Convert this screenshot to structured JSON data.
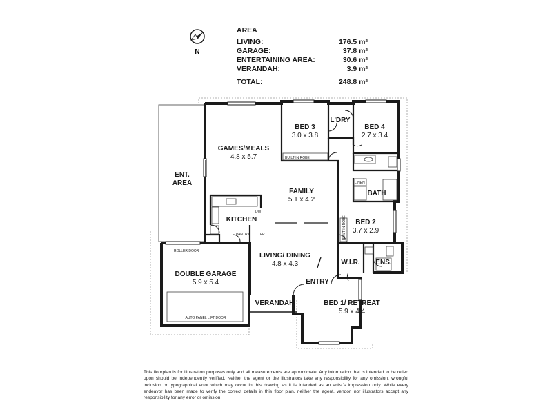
{
  "compass": {
    "label": "N"
  },
  "area": {
    "title": "AREA",
    "rows": [
      {
        "label": "LIVING:",
        "value": "176.5 m²"
      },
      {
        "label": "GARAGE:",
        "value": "37.8 m²"
      },
      {
        "label": "ENTERTAINING AREA:",
        "value": "30.6 m²"
      },
      {
        "label": "VERANDAH:",
        "value": "3.9 m²"
      }
    ],
    "total": {
      "label": "TOTAL:",
      "value": "248.8 m²"
    }
  },
  "rooms": {
    "ent_area": {
      "name1": "ENT.",
      "name2": "AREA"
    },
    "games_meals": {
      "name": "GAMES/MEALS",
      "dims": "4.8 x 5.7"
    },
    "bed3": {
      "name": "BED 3",
      "dims": "3.0 x 3.8"
    },
    "ldry": {
      "name": "L'DRY"
    },
    "bed4": {
      "name": "BED 4",
      "dims": "2.7 x 3.4"
    },
    "family": {
      "name": "FAMILY",
      "dims": "5.1 x 4.2"
    },
    "bath": {
      "name": "BATH"
    },
    "kitchen": {
      "name": "KITCHEN"
    },
    "bed2": {
      "name": "BED 2",
      "dims": "3.7 x 2.9"
    },
    "living_dining": {
      "name": "LIVING/ DINING",
      "dims": "4.8 x 4.3"
    },
    "wir": {
      "name": "W.I.R."
    },
    "ens": {
      "name": "ENS."
    },
    "entry": {
      "name": "ENTRY"
    },
    "double_garage": {
      "name": "DOUBLE GARAGE",
      "dims": "5.9 x 5.4"
    },
    "verandah": {
      "name": "VERANDAH"
    },
    "bed1": {
      "name": "BED 1/ RETREAT",
      "dims": "5.9 x 4.4"
    }
  },
  "fixtures": {
    "built_in_robe": "BUILT-IN ROBE",
    "linen": "LINEN",
    "dw": "DW",
    "pantry": "PANTRY",
    "fr": "FR",
    "roller_door": "ROLLER DOOR",
    "auto_panel_lift_door": "AUTO PANEL LIFT DOOR"
  },
  "disclaimer": "This floorplan is for illustration purposes only and all measurements are approximate. Any information that is intended to be relied upon should be independently verified. Neither the agent or the illustrators take any responsibility for any omission, wrongful inclusion or typographical error which may occur in this drawing as it is intended as an artist's impression only. While every endeavor has been made to verify the correct details in this floor plan, neither the agent, vendor, nor illustrators accept any responsibility for any error or omission."
}
